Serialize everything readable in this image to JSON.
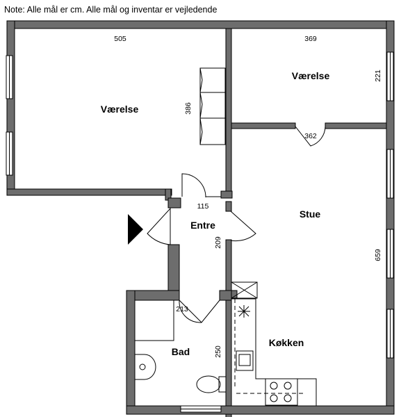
{
  "note": "Note: Alle mål er cm. Alle mål og inventar er vejledende",
  "rooms": {
    "bedroom_large": {
      "label": "Værelse",
      "width": "505",
      "depth": "386"
    },
    "bedroom_small": {
      "label": "Værelse",
      "width": "369",
      "depth": "221"
    },
    "living": {
      "label": "Stue",
      "width": "362",
      "depth": "659"
    },
    "entrance": {
      "label": "Entre",
      "width": "115",
      "depth": "209"
    },
    "bath": {
      "label": "Bad",
      "width": "213",
      "depth": "250"
    },
    "kitchen": {
      "label": "Køkken"
    }
  },
  "colors": {
    "wall": "#6d6d6d",
    "line": "#000000",
    "background": "#ffffff"
  },
  "icons": [
    "entrance-arrow-icon",
    "sink-icon",
    "toilet-icon",
    "stove-icon",
    "vent-icon"
  ]
}
